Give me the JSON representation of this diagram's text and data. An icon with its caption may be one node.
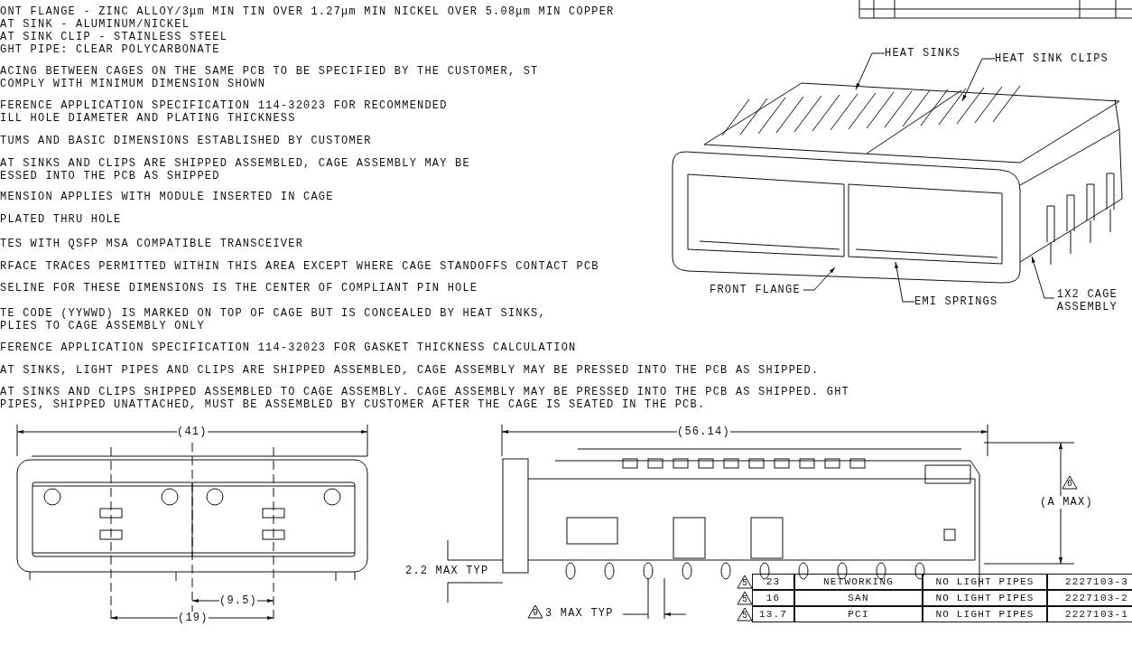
{
  "diagram": {
    "nodes": [
      {
        "text": [
          "HEAT SINKS"
        ]
      },
      {
        "text": [
          "HEAT SINK CLIPS"
        ]
      },
      {
        "text": [
          "FRONT FLANGE"
        ]
      },
      {
        "text": [
          "EMI SPRINGS"
        ]
      },
      {
        "text": [
          "1X2 CAGE ASSEMBLY"
        ]
      }
    ],
    "edges": [
      {
        "from": 0,
        "to": null,
        "arrow": "to"
      },
      {
        "from": 1,
        "to": null,
        "arrow": "to"
      },
      {
        "from": 2,
        "to": null,
        "arrow": "to"
      },
      {
        "from": 3,
        "to": null,
        "arrow": "to"
      },
      {
        "from": 4,
        "to": null,
        "arrow": "to"
      }
    ],
    "labels": [
      "ONT FLANGE - ZINC ALLOY/3μm MIN TIN OVER 1.27μm MIN NICKEL OVER 5.08μm MIN COPPER",
      "AT SINK - ALUMINUM/NICKEL",
      "AT SINK CLIP - STAINLESS STEEL",
      "GHT PIPE: CLEAR POLYCARBONATE",
      "ACING BETWEEN CAGES ON THE SAME PCB TO BE SPECIFIED BY THE CUSTOMER, ST COMPLY WITH MINIMUM DIMENSION SHOWN",
      "FERENCE APPLICATION SPECIFICATION 114-32023 FOR RECOMMENDED ILL HOLE DIAMETER AND PLATING THICKNESS",
      "TUMS AND BASIC DIMENSIONS ESTABLISHED BY CUSTOMER",
      "AT SINKS AND CLIPS ARE SHIPPED ASSEMBLED, CAGE ASSEMBLY MAY BE ESSED INTO THE PCB AS SHIPPED",
      "MENSION APPLIES WITH MODULE INSERTED IN CAGE",
      "PLATED THRU HOLE",
      "TES WITH QSFP MSA COMPATIBLE TRANSCEIVER",
      "RFACE TRACES PERMITTED WITHIN THIS AREA EXCEPT WHERE CAGE STANDOFFS CONTACT PCB",
      "SELINE FOR THESE DIMENSIONS IS THE CENTER OF COMPLIANT PIN HOLE",
      "TE CODE (YYWWD) IS MARKED ON TOP OF CAGE BUT IS CONCEALED BY HEAT SINKS, PLIES TO CAGE ASSEMBLY ONLY",
      "FERENCE APPLICATION SPECIFICATION 114-32023 FOR GASKET THICKNESS CALCULATION",
      "AT SINKS, LIGHT PIPES AND CLIPS ARE SHIPPED ASSEMBLED, CAGE ASSEMBLY MAY BE PRESSED INTO THE PCB AS SHIPPED.",
      "AT SINKS AND CLIPS SHIPPED ASSEMBLED TO CAGE ASSEMBLY. CAGE ASSEMBLY MAY BE PRESSED INTO THE PCB AS SHIPPED. GHT PIPES, SHIPPED UNATTACHED, MUST BE ASSEMBLED BY CUSTOMER AFTER THE CAGE IS SEATED IN THE PCB.",
      "(41)",
      "(9.5)",
      "(19)",
      "2.2 MAX TYP",
      "(56.14)",
      "6",
      "(A MAX)",
      "9",
      "3 MAX TYP",
      "5",
      "23",
      "NETWORKING",
      "NO LIGHT PIPES",
      "2227103-3",
      "5",
      "16",
      "SAN",
      "NO LIGHT PIPES",
      "2227103-2",
      "5",
      "13.7",
      "PCI",
      "NO LIGHT PIPES",
      "2227103-1"
    ]
  }
}
